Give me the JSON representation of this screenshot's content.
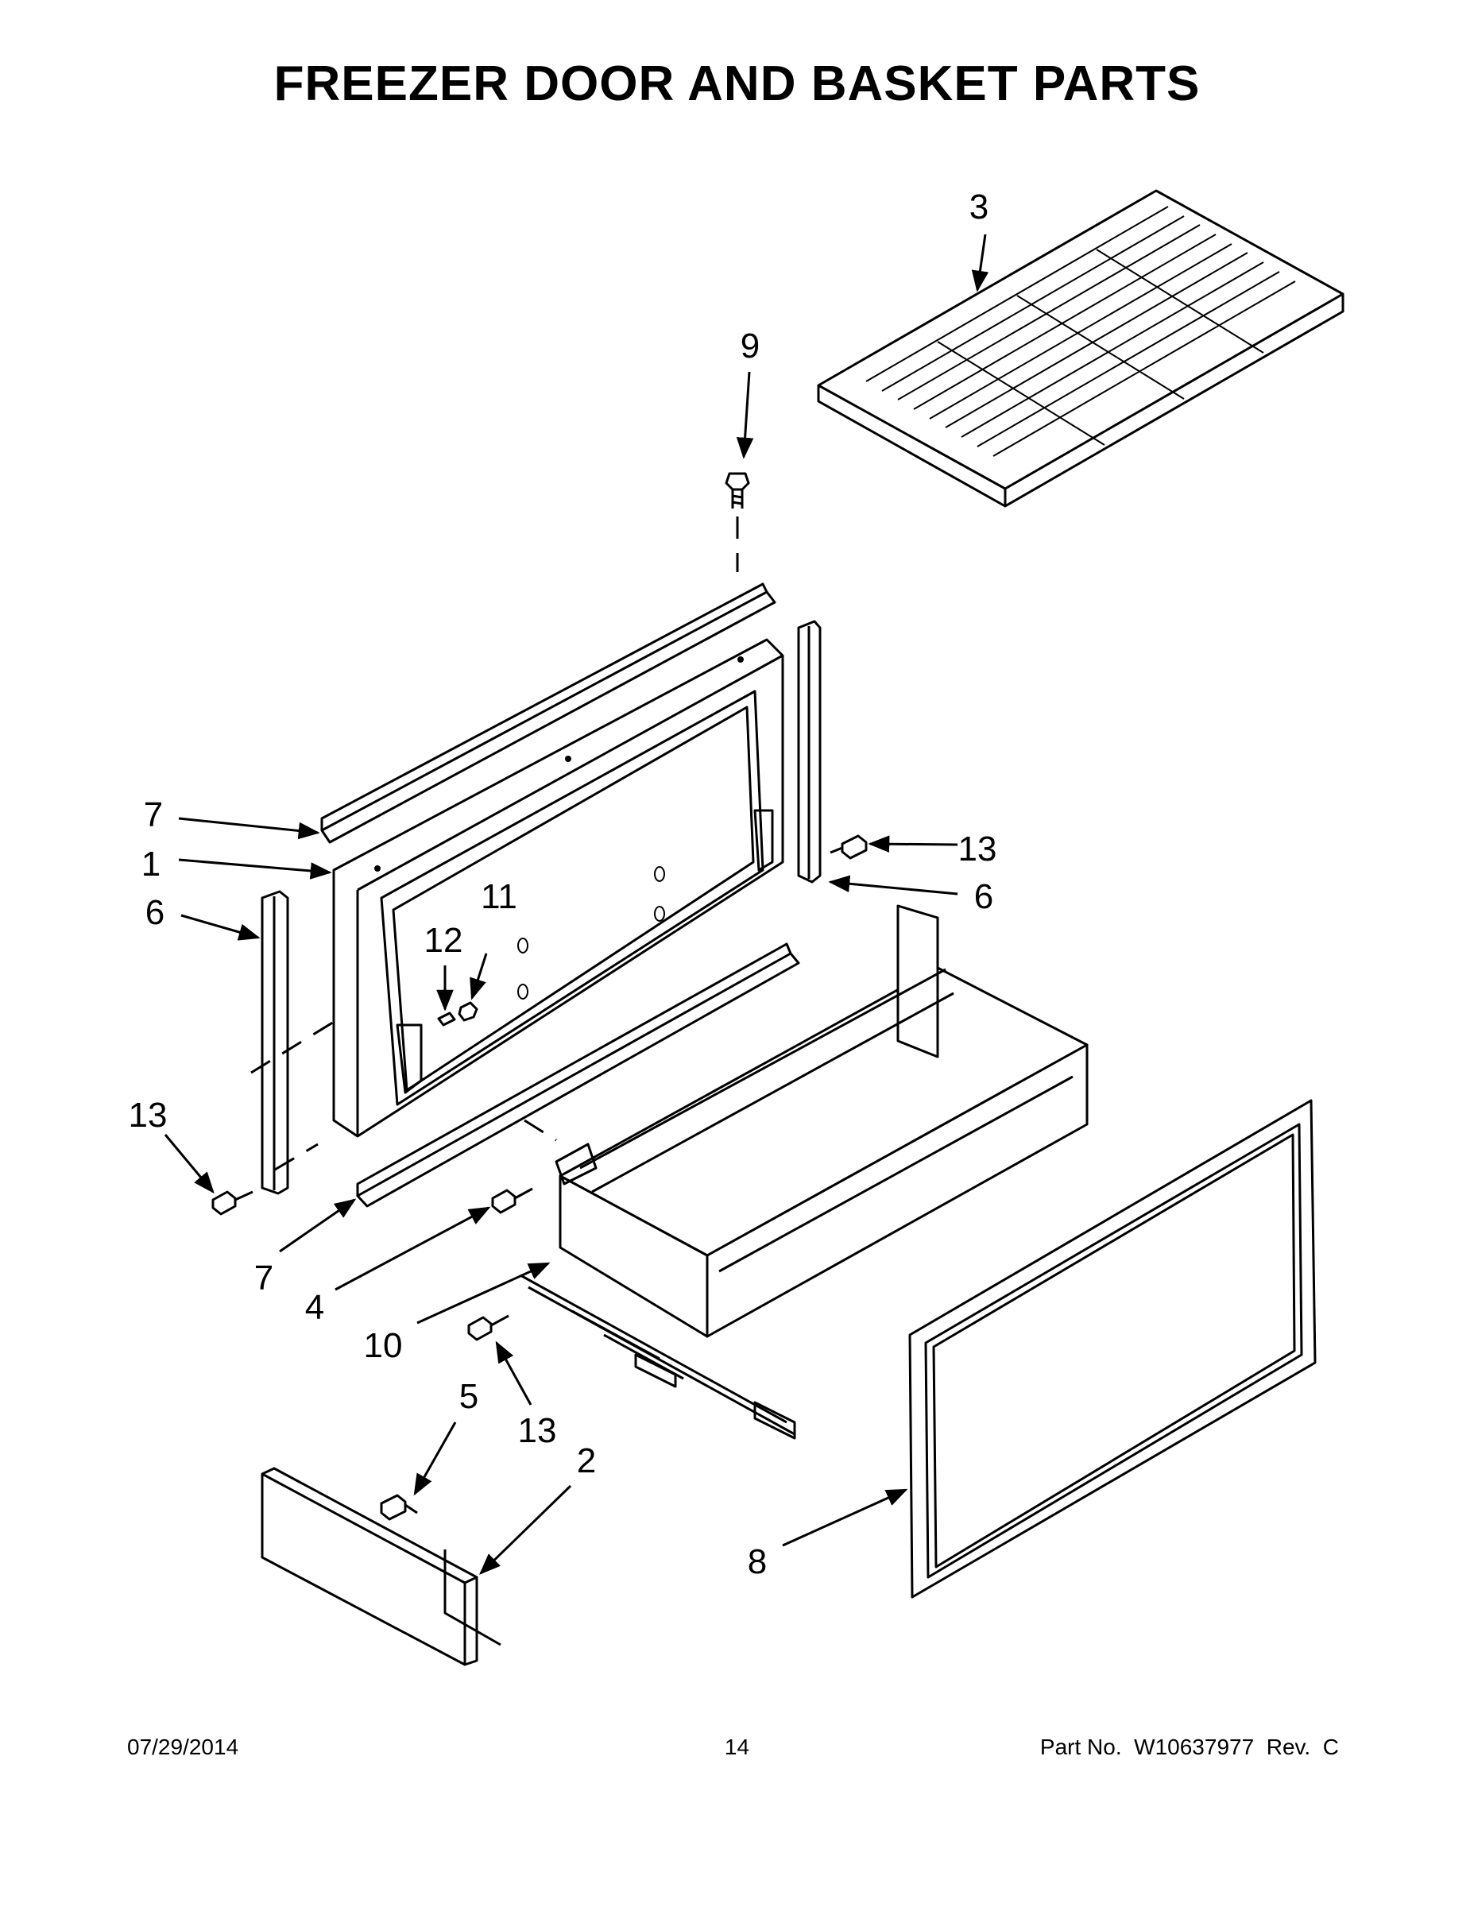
{
  "title": "FREEZER DOOR AND BASKET PARTS",
  "callouts": {
    "c3": "3",
    "c9": "9",
    "c7a": "7",
    "c1": "1",
    "c13a": "13",
    "c6a": "6",
    "c6b": "6",
    "c12": "12",
    "c11": "11",
    "c13b": "13",
    "c7b": "7",
    "c4": "4",
    "c10": "10",
    "c13c": "13",
    "c5": "5",
    "c2": "2",
    "c8": "8"
  },
  "footer": {
    "date": "07/29/2014",
    "page": "14",
    "part_no": "Part No.  W10637977  Rev.  C"
  }
}
